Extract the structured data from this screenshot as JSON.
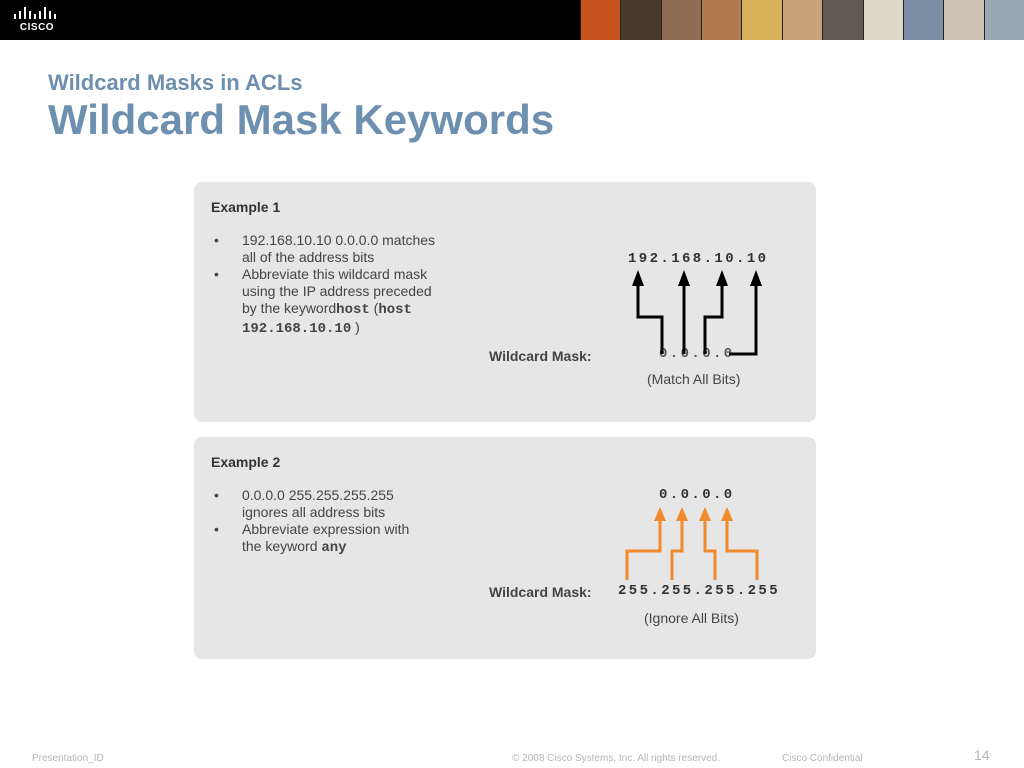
{
  "header": {
    "logo_text": "CISCO",
    "photo_colors": [
      "#c8521e",
      "#4a3a2c",
      "#8e6b52",
      "#b07a4e",
      "#d8b25a",
      "#c7a27b",
      "#5f5a52",
      "#e0d6c6",
      "#7d8fa4",
      "#cfc4b4",
      "#9aa8b4"
    ]
  },
  "slide": {
    "subtitle": "Wildcard Masks in ACLs",
    "title": "Wildcard Mask Keywords"
  },
  "example1": {
    "heading": "Example 1",
    "bullet1_line1": "192.168.10.10 0.0.0.0 matches",
    "bullet1_line2": "all of the address bits",
    "bullet2_line1": "Abbreviate this wildcard mask",
    "bullet2_line2": "using the IP address preceded",
    "bullet2_line3_prefix": "by the keyword",
    "bullet2_keyword": "host",
    "bullet2_paren_open": "(",
    "bullet2_paren_host": "host",
    "bullet2_line4_addr": "192.168.10.10",
    "bullet2_paren_close": ")",
    "address": "192.168.10.10",
    "mask_label": "Wildcard Mask:",
    "mask_value": "0.0.0.0",
    "caption": "(Match All Bits)"
  },
  "example2": {
    "heading": "Example 2",
    "bullet1_line1": "0.0.0.0 255.255.255.255",
    "bullet1_line2": "ignores all address bits",
    "bullet2_line1": "Abbreviate expression with",
    "bullet2_line2_prefix": "the keyword",
    "bullet2_keyword": "any",
    "address": "0.0.0.0",
    "mask_label": "Wildcard Mask:",
    "mask_value": "255.255.255.255",
    "caption": "(Ignore All Bits)"
  },
  "colors": {
    "title": "#6d8fb0",
    "panel": "#e7e6e7",
    "arrow_black": "#000000",
    "arrow_orange": "#f08a2c"
  },
  "footer": {
    "presentation_id": "Presentation_ID",
    "copyright": "© 2008 Cisco Systems, Inc. All rights reserved.",
    "confidential": "Cisco Confidential",
    "page_number": "14"
  }
}
